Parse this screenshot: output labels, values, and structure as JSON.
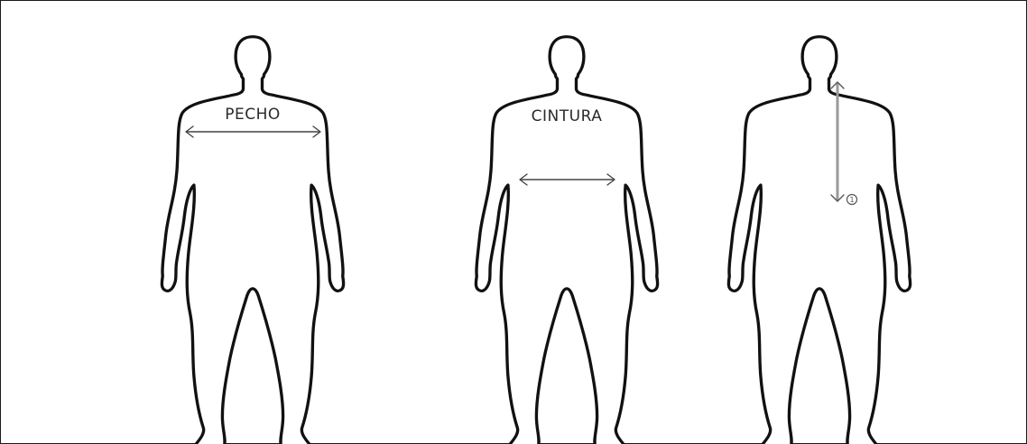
{
  "figures": [
    {
      "name": "front-chest",
      "label": "PECHO"
    },
    {
      "name": "front-waist",
      "label": "CINTURA"
    },
    {
      "name": "back-length",
      "label": ""
    }
  ],
  "back_marker": {
    "text": "1"
  },
  "colors": {
    "outline": "#111111",
    "arrow": "#444444",
    "spine": "#9a9a9a",
    "background": "#ffffff"
  }
}
